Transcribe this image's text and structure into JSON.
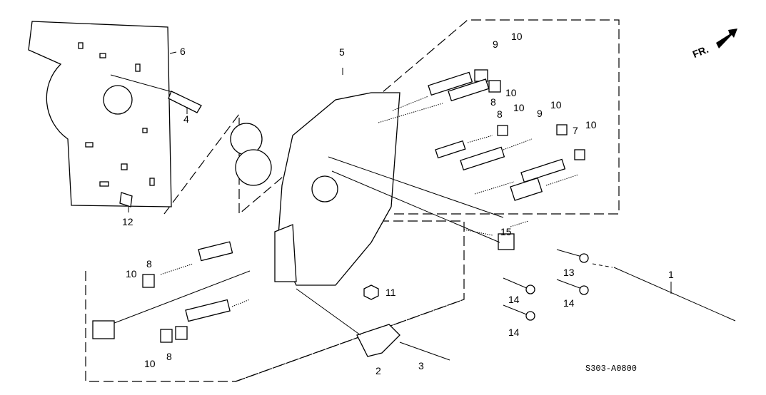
{
  "diagram": {
    "code": "S303-A0800",
    "direction_label": "FR.",
    "callouts": [
      {
        "id": "c6",
        "text": "6"
      },
      {
        "id": "c5",
        "text": "5"
      },
      {
        "id": "c4",
        "text": "4"
      },
      {
        "id": "c12",
        "text": "12"
      },
      {
        "id": "c9a",
        "text": "9"
      },
      {
        "id": "c10a",
        "text": "10"
      },
      {
        "id": "c10b",
        "text": "10"
      },
      {
        "id": "c8a",
        "text": "8"
      },
      {
        "id": "c8b",
        "text": "8"
      },
      {
        "id": "c10c",
        "text": "10"
      },
      {
        "id": "c9b",
        "text": "9"
      },
      {
        "id": "c10d",
        "text": "10"
      },
      {
        "id": "c7",
        "text": "7"
      },
      {
        "id": "c10e",
        "text": "10"
      },
      {
        "id": "c15",
        "text": "15"
      },
      {
        "id": "c8c",
        "text": "8"
      },
      {
        "id": "c10f",
        "text": "10"
      },
      {
        "id": "c11",
        "text": "11"
      },
      {
        "id": "c13",
        "text": "13"
      },
      {
        "id": "c1",
        "text": "1"
      },
      {
        "id": "c14a",
        "text": "14"
      },
      {
        "id": "c14b",
        "text": "14"
      },
      {
        "id": "c14c",
        "text": "14"
      },
      {
        "id": "c8d",
        "text": "8"
      },
      {
        "id": "c10g",
        "text": "10"
      },
      {
        "id": "c2",
        "text": "2"
      },
      {
        "id": "c3",
        "text": "3"
      }
    ]
  }
}
